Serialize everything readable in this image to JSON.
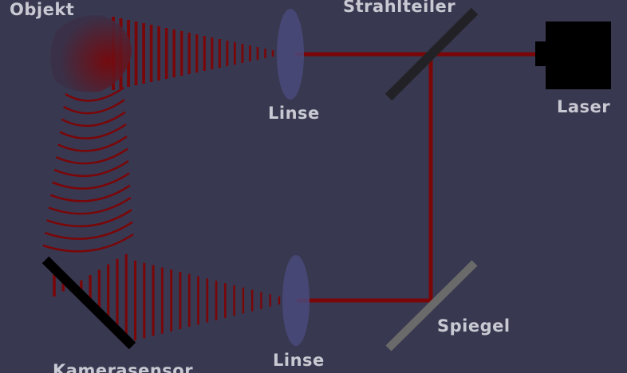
{
  "labels": {
    "object": "Objekt",
    "beam_splitter": "Strahlteiler",
    "laser": "Laser",
    "lens_top": "Linse",
    "lens_bottom": "Linse",
    "mirror": "Spiegel",
    "camera_sensor": "Kamerasensor"
  },
  "colors": {
    "background": "#383850",
    "beam": "#7a0608",
    "lens": "#4a4a7c",
    "label": "#c9c9d3"
  }
}
